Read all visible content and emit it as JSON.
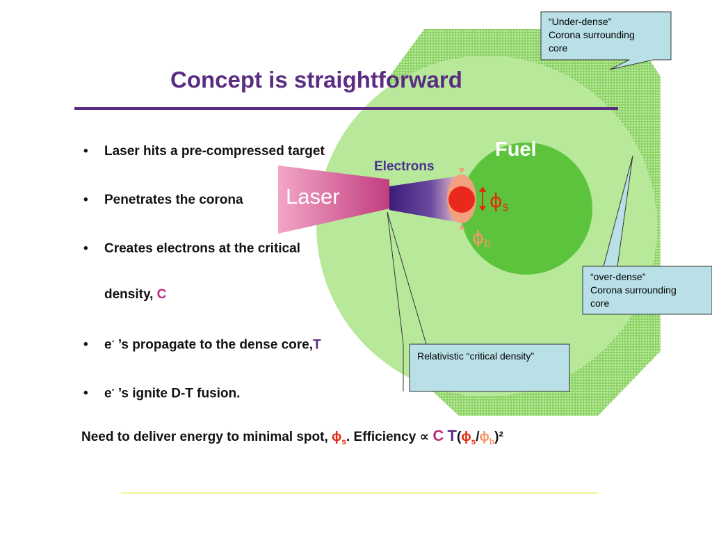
{
  "slide": {
    "title": "Concept is straightforward",
    "bullets": [
      {
        "text": "Laser hits a pre-compressed target"
      },
      {
        "text": "Penetrates the corona"
      },
      {
        "text": "Creates electrons at the critical",
        "continuation": "density, ",
        "var": "C"
      },
      {
        "pre": "e",
        "sup": "-",
        "text": " ’s propagate to the dense core,",
        "var": "T"
      },
      {
        "pre": "e",
        "sup": "-",
        "text": " ’s ignite D-T fusion."
      }
    ],
    "summary": {
      "lead": "Need to deliver energy to minimal spot, ",
      "phi": "ϕ",
      "sub_s": "s",
      "mid": ". Efficiency ∝ ",
      "c": "C",
      "t": "T",
      "open": "(",
      "slash": "/",
      "sub_b": "b",
      "close": ")²"
    }
  },
  "diagram": {
    "fuel_label": "Fuel",
    "laser_label": "Laser",
    "electrons_label": "Electrons",
    "phi_symbol": "ϕ",
    "phi_s_sub": "s",
    "phi_b_sub": "b",
    "colors": {
      "outer_corona": "#8fd468",
      "inner_corona": "#b8e89a",
      "fuel_core": "#5cc43c",
      "laser": "#c94d8a",
      "spot": "#e8291c",
      "halo": "#f2a07e",
      "callout_fill": "#b8e0e6",
      "title": "#5b2d82"
    }
  },
  "callouts": {
    "under_dense": [
      "“Under-dense”",
      "Corona surrounding",
      "core"
    ],
    "over_dense": [
      "“over-dense”",
      "Corona surrounding",
      "core"
    ],
    "critical_density": "Relativistic “critical density”"
  }
}
